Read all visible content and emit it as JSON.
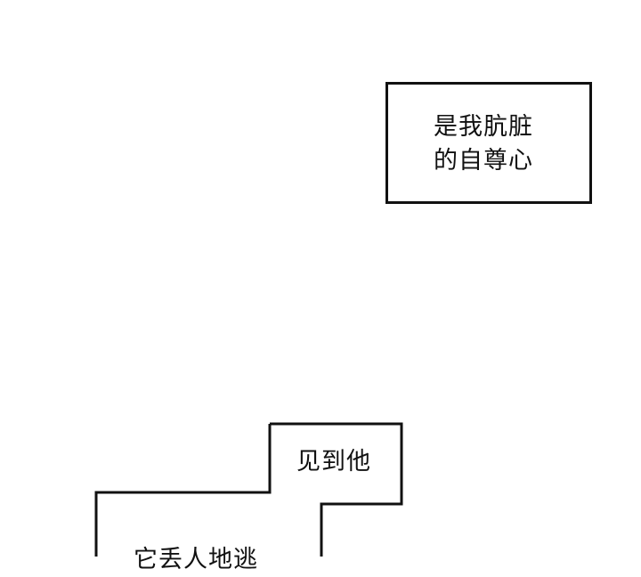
{
  "panel_top": {
    "lines": [
      "是我肮脏",
      "的自尊心"
    ]
  },
  "panel_bottom": {
    "upper_text": "见到他",
    "lower_text_partial": "它丢人地逃"
  },
  "colors": {
    "background": "#ffffff",
    "stroke": "#111111",
    "text": "#111111"
  }
}
